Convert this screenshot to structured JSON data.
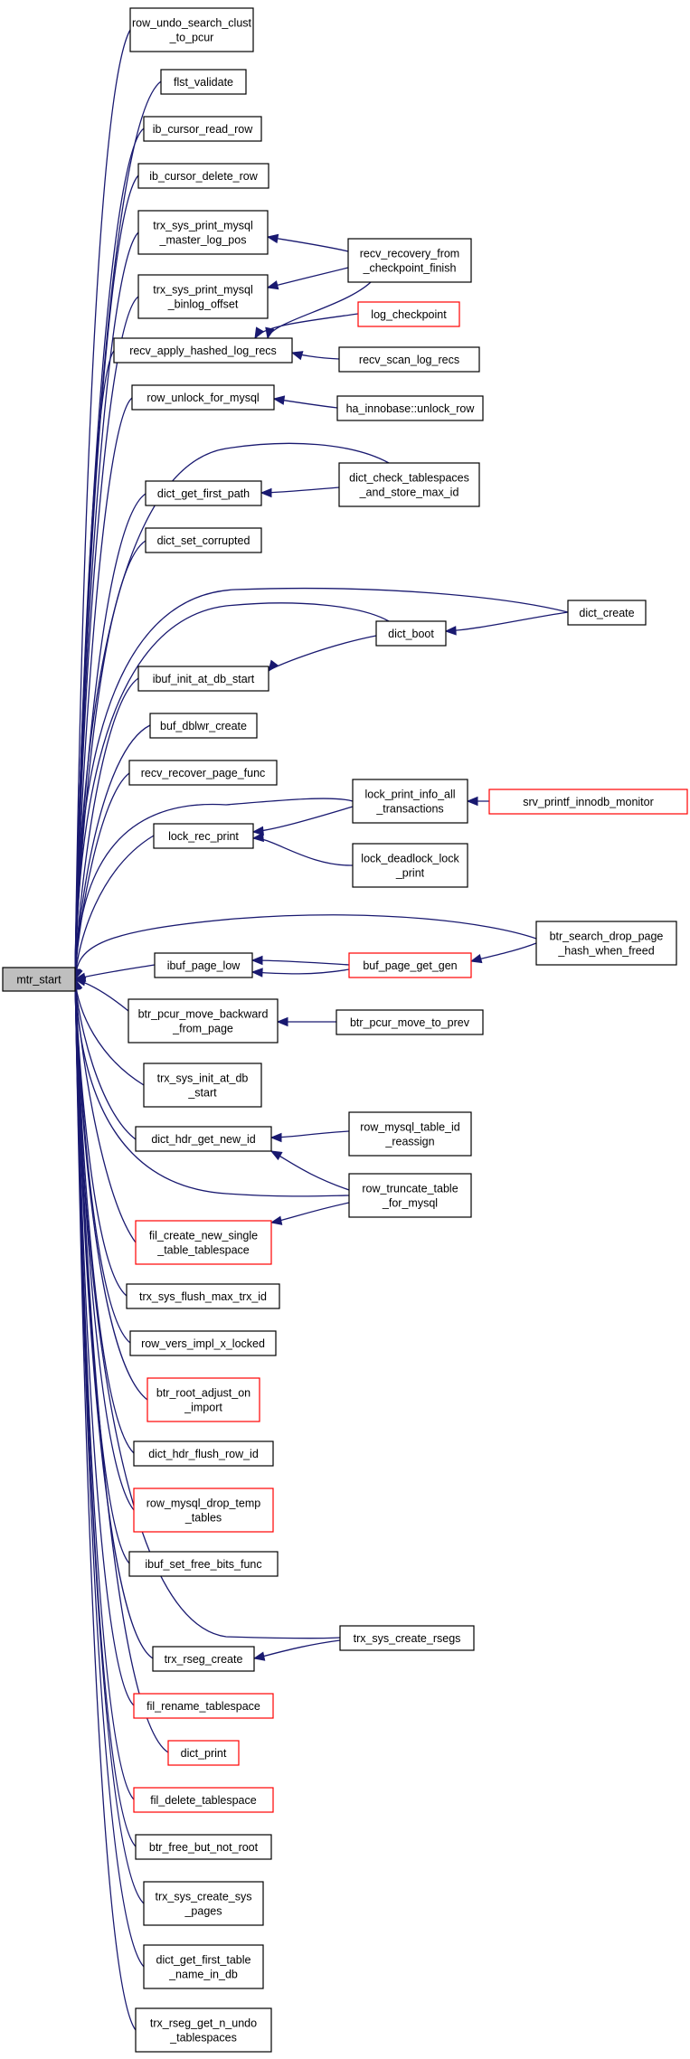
{
  "diagram": {
    "title": "",
    "colors": {
      "edge": "#191970",
      "box_border": "#000000",
      "box_border_truncated": "#ff0000",
      "root_fill": "#bfbfbf"
    },
    "nodes": [
      {
        "id": "n0",
        "lines": [
          "mtr_start"
        ],
        "style": "root"
      },
      {
        "id": "n1",
        "lines": [
          "row_undo_search_clust",
          "_to_pcur"
        ]
      },
      {
        "id": "n2",
        "lines": [
          "flst_validate"
        ]
      },
      {
        "id": "n3",
        "lines": [
          "ib_cursor_read_row"
        ]
      },
      {
        "id": "n4",
        "lines": [
          "ib_cursor_delete_row"
        ]
      },
      {
        "id": "n5",
        "lines": [
          "trx_sys_print_mysql",
          "_master_log_pos"
        ]
      },
      {
        "id": "n6",
        "lines": [
          "recv_recovery_from",
          "_checkpoint_finish"
        ]
      },
      {
        "id": "n7",
        "lines": [
          "trx_sys_print_mysql",
          "_binlog_offset"
        ]
      },
      {
        "id": "n8",
        "lines": [
          "log_checkpoint"
        ],
        "style": "red"
      },
      {
        "id": "n9",
        "lines": [
          "recv_apply_hashed_log_recs"
        ]
      },
      {
        "id": "n10",
        "lines": [
          "recv_scan_log_recs"
        ]
      },
      {
        "id": "n11",
        "lines": [
          "row_unlock_for_mysql"
        ]
      },
      {
        "id": "n12",
        "lines": [
          "ha_innobase::unlock_row"
        ]
      },
      {
        "id": "n13",
        "lines": [
          "dict_check_tablespaces",
          "_and_store_max_id"
        ]
      },
      {
        "id": "n14",
        "lines": [
          "dict_get_first_path"
        ]
      },
      {
        "id": "n15",
        "lines": [
          "dict_set_corrupted"
        ]
      },
      {
        "id": "n16",
        "lines": [
          "dict_create"
        ]
      },
      {
        "id": "n17",
        "lines": [
          "dict_boot"
        ]
      },
      {
        "id": "n18",
        "lines": [
          "ibuf_init_at_db_start"
        ]
      },
      {
        "id": "n19",
        "lines": [
          "buf_dblwr_create"
        ]
      },
      {
        "id": "n20",
        "lines": [
          "recv_recover_page_func"
        ]
      },
      {
        "id": "n21",
        "lines": [
          "lock_print_info_all",
          "_transactions"
        ]
      },
      {
        "id": "n22",
        "lines": [
          "srv_printf_innodb_monitor"
        ],
        "style": "red"
      },
      {
        "id": "n23",
        "lines": [
          "lock_rec_print"
        ]
      },
      {
        "id": "n24",
        "lines": [
          "lock_deadlock_lock",
          "_print"
        ]
      },
      {
        "id": "n25",
        "lines": [
          "btr_search_drop_page",
          "_hash_when_freed"
        ]
      },
      {
        "id": "n26",
        "lines": [
          "ibuf_page_low"
        ]
      },
      {
        "id": "n27",
        "lines": [
          "buf_page_get_gen"
        ],
        "style": "red"
      },
      {
        "id": "n28",
        "lines": [
          "btr_pcur_move_backward",
          "_from_page"
        ]
      },
      {
        "id": "n29",
        "lines": [
          "btr_pcur_move_to_prev"
        ]
      },
      {
        "id": "n30",
        "lines": [
          "trx_sys_init_at_db",
          "_start"
        ]
      },
      {
        "id": "n31",
        "lines": [
          "row_mysql_table_id",
          "_reassign"
        ]
      },
      {
        "id": "n32",
        "lines": [
          "dict_hdr_get_new_id"
        ]
      },
      {
        "id": "n33",
        "lines": [
          "row_truncate_table",
          "_for_mysql"
        ]
      },
      {
        "id": "n34",
        "lines": [
          "fil_create_new_single",
          "_table_tablespace"
        ],
        "style": "red"
      },
      {
        "id": "n35",
        "lines": [
          "trx_sys_flush_max_trx_id"
        ]
      },
      {
        "id": "n36",
        "lines": [
          "row_vers_impl_x_locked"
        ]
      },
      {
        "id": "n37",
        "lines": [
          "btr_root_adjust_on",
          "_import"
        ],
        "style": "red"
      },
      {
        "id": "n38",
        "lines": [
          "dict_hdr_flush_row_id"
        ]
      },
      {
        "id": "n39",
        "lines": [
          "row_mysql_drop_temp",
          "_tables"
        ],
        "style": "red"
      },
      {
        "id": "n40",
        "lines": [
          "ibuf_set_free_bits_func"
        ]
      },
      {
        "id": "n41",
        "lines": [
          "trx_sys_create_rsegs"
        ]
      },
      {
        "id": "n42",
        "lines": [
          "trx_rseg_create"
        ]
      },
      {
        "id": "n43",
        "lines": [
          "fil_rename_tablespace"
        ],
        "style": "red"
      },
      {
        "id": "n44",
        "lines": [
          "dict_print"
        ],
        "style": "red"
      },
      {
        "id": "n45",
        "lines": [
          "fil_delete_tablespace"
        ],
        "style": "red"
      },
      {
        "id": "n46",
        "lines": [
          "btr_free_but_not_root"
        ]
      },
      {
        "id": "n47",
        "lines": [
          "trx_sys_create_sys",
          "_pages"
        ]
      },
      {
        "id": "n48",
        "lines": [
          "dict_get_first_table",
          "_name_in_db"
        ]
      },
      {
        "id": "n49",
        "lines": [
          "trx_rseg_get_n_undo",
          "_tablespaces"
        ]
      }
    ]
  }
}
